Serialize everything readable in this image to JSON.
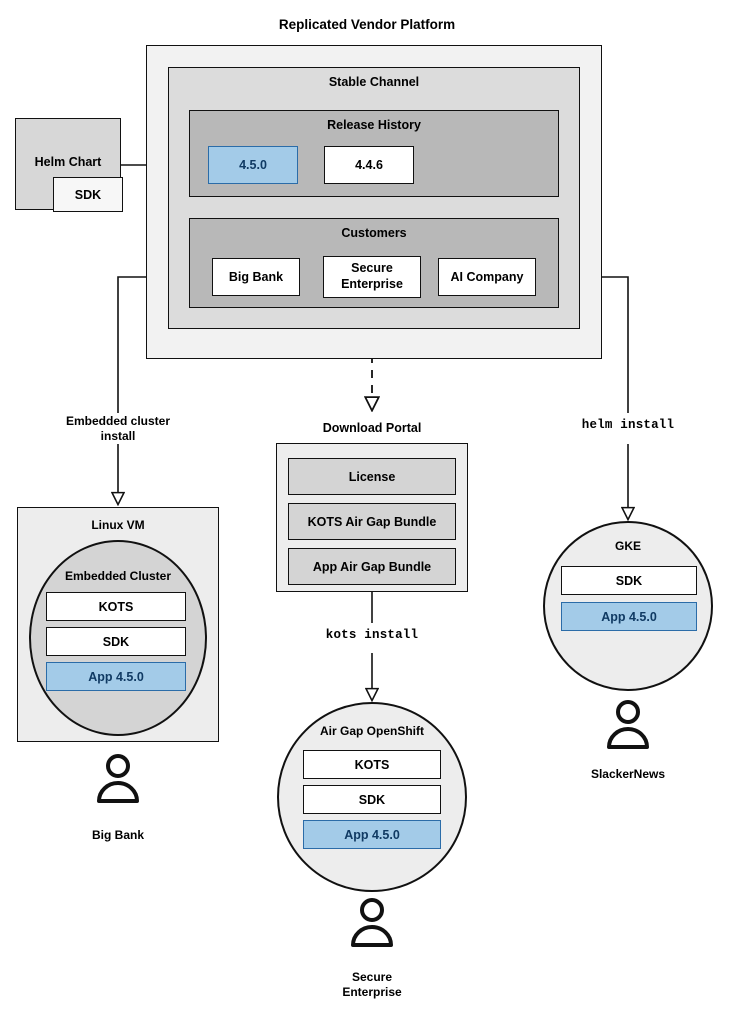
{
  "diagram": {
    "title": "Replicated Vendor Platform",
    "accent_blue_fill": "#a3cbe8",
    "accent_blue_border": "#2b6ca8",
    "accent_blue_text": "#103a63"
  },
  "helm_chart": {
    "label": "Helm Chart",
    "sdk_label": "SDK"
  },
  "platform": {
    "channel": {
      "title": "Stable Channel",
      "release_history": {
        "title": "Release History",
        "releases": [
          {
            "version": "4.5.0",
            "highlighted": true
          },
          {
            "version": "4.4.6",
            "highlighted": false
          }
        ]
      },
      "customers": {
        "title": "Customers",
        "items": [
          {
            "name": "Big Bank"
          },
          {
            "name": "Secure\nEnterprise"
          },
          {
            "name": "AI Company"
          }
        ]
      }
    }
  },
  "edges": [
    {
      "id": "helm-to-release",
      "label": ""
    },
    {
      "id": "bigbank-to-linuxvm",
      "label": "Embedded cluster\ninstall",
      "style": "solid"
    },
    {
      "id": "secure-to-portal",
      "label": "",
      "style": "dashed"
    },
    {
      "id": "aicompany-to-gke",
      "label": "helm install",
      "style": "solid",
      "mono": true
    },
    {
      "id": "portal-to-openshift",
      "label": "kots install",
      "style": "solid",
      "mono": true
    }
  ],
  "download_portal": {
    "title": "Download Portal",
    "artifacts": [
      {
        "label": "License"
      },
      {
        "label": "KOTS Air Gap Bundle"
      },
      {
        "label": "App Air Gap Bundle"
      }
    ]
  },
  "linux_vm": {
    "title": "Linux VM",
    "cluster_title": "Embedded Cluster",
    "components": [
      {
        "label": "KOTS",
        "highlighted": false
      },
      {
        "label": "SDK",
        "highlighted": false
      },
      {
        "label": "App 4.5.0",
        "highlighted": true
      }
    ],
    "actor": "Big Bank"
  },
  "air_gap_openshift": {
    "title": "Air Gap OpenShift",
    "components": [
      {
        "label": "KOTS",
        "highlighted": false
      },
      {
        "label": "SDK",
        "highlighted": false
      },
      {
        "label": "App 4.5.0",
        "highlighted": true
      }
    ],
    "actor": "Secure\nEnterprise"
  },
  "gke": {
    "title": "GKE",
    "components": [
      {
        "label": "SDK",
        "highlighted": false
      },
      {
        "label": "App 4.5.0",
        "highlighted": true
      }
    ],
    "actor": "SlackerNews"
  }
}
